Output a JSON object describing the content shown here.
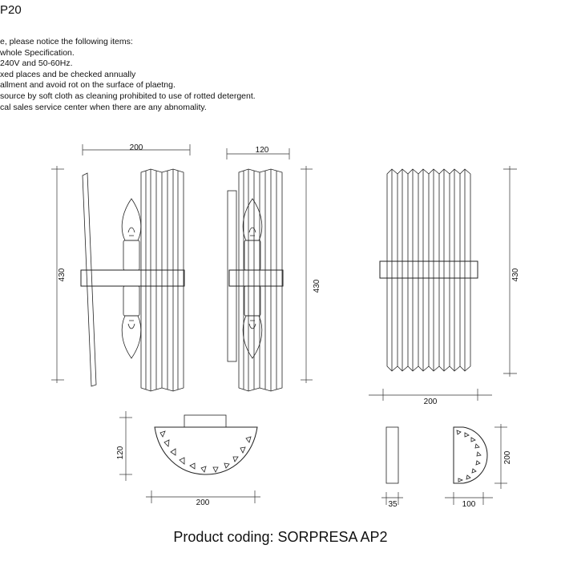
{
  "header": {
    "title": "P20"
  },
  "notes": [
    "e, please notice the following items:",
    "whole Specification.",
    "240V and 50-60Hz.",
    "xed places and be checked annually",
    "allment and avoid rot on the surface of plaetng.",
    "source by soft cloth as cleaning prohibited to use of rotted detergent.",
    "cal sales service center when there are any abnomality."
  ],
  "dimensions": {
    "side_width": "200",
    "side_height": "430",
    "profile_width": "120",
    "profile_height": "430",
    "front_height": "430",
    "front_width": "200",
    "top_depth": "120",
    "top_width": "200",
    "bracket_width": "35",
    "small_width": "100",
    "small_height": "200"
  },
  "footer": {
    "product_coding": "Product coding: SORPRESA AP2"
  },
  "colors": {
    "line": "#222222",
    "background": "#ffffff"
  }
}
